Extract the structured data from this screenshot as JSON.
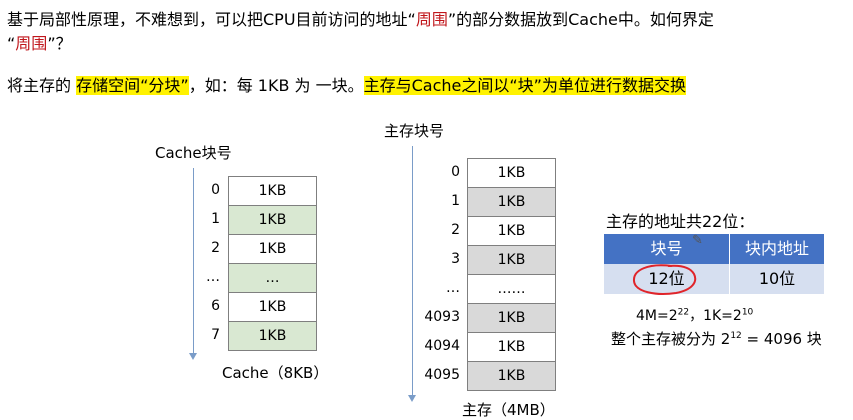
{
  "intro": {
    "line1_a": "基于局部性原理，不难想到，可以把CPU目前访问的地址“",
    "line1_red": "周围",
    "line1_b": "”的部分数据放到Cache中。如何界定",
    "line2_a": "“",
    "line2_red": "周围",
    "line2_b": "”？"
  },
  "block_line": {
    "prefix": "将主存的 ",
    "hl1": "存储空间“分块”",
    "mid": "，如：每 1KB 为 一块。",
    "hl2": "主存与Cache之间以“块”为单位进行数据交换"
  },
  "cache": {
    "title": "Cache块号",
    "caption": "Cache（8KB）",
    "rows": [
      {
        "index": "0",
        "value": "1KB"
      },
      {
        "index": "1",
        "value": "1KB"
      },
      {
        "index": "2",
        "value": "1KB"
      },
      {
        "index": "…",
        "value": "…"
      },
      {
        "index": "6",
        "value": "1KB"
      },
      {
        "index": "7",
        "value": "1KB"
      }
    ]
  },
  "memory": {
    "title": "主存块号",
    "caption": "主存（4MB）",
    "rows": [
      {
        "index": "0",
        "value": "1KB"
      },
      {
        "index": "1",
        "value": "1KB"
      },
      {
        "index": "2",
        "value": "1KB"
      },
      {
        "index": "3",
        "value": "1KB"
      },
      {
        "index": "…",
        "value": "……"
      },
      {
        "index": "4093",
        "value": "1KB"
      },
      {
        "index": "4094",
        "value": "1KB"
      },
      {
        "index": "4095",
        "value": "1KB"
      }
    ]
  },
  "address": {
    "title": "主存的地址共22位：",
    "headers": [
      "块号",
      "块内地址"
    ],
    "values": [
      "12位",
      "10位"
    ],
    "eq_a": "4M=2",
    "eq_a_exp": "22",
    "eq_b": "，1K=2",
    "eq_b_exp": "10",
    "total_a": "整个主存被分为 2",
    "total_exp": "12",
    "total_b": " = 4096 块"
  },
  "colors": {
    "highlight": "#fff200",
    "red_text": "#c0161b",
    "table_header": "#4472c4",
    "table_body": "#d6dff0",
    "cache_block": "#d9e8d2",
    "memory_block": "#d9d9d9",
    "annotation": "#e0242a"
  }
}
